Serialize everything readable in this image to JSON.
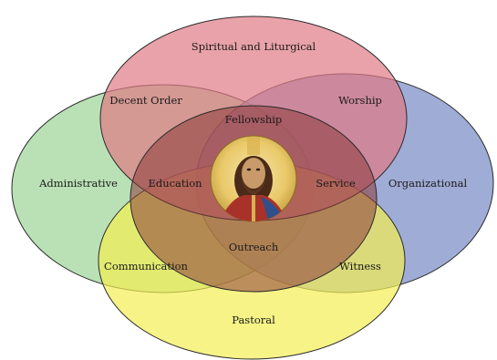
{
  "colors": {
    "top_ellipse": "#e07b84",
    "left_ellipse": "#9fd59a",
    "right_ellipse": "#7a8cc6",
    "bottom_ellipse": "#f4ee52",
    "inner_ellipse": "#8c3b3a",
    "outline": "#2a2a2a"
  },
  "labels": {
    "top": "Spiritual and Liturgical",
    "left": "Administrative",
    "right": "Organizational",
    "bottom": "Pastoral",
    "top_left": "Decent Order",
    "top_right": "Worship",
    "bottom_left": "Communication",
    "bottom_right": "Witness",
    "center_top": "Fellowship",
    "center_left": "Education",
    "center_right": "Service",
    "center_bottom": "Outreach"
  },
  "center_image": {
    "icon": "christ-pantocrator-icon"
  }
}
